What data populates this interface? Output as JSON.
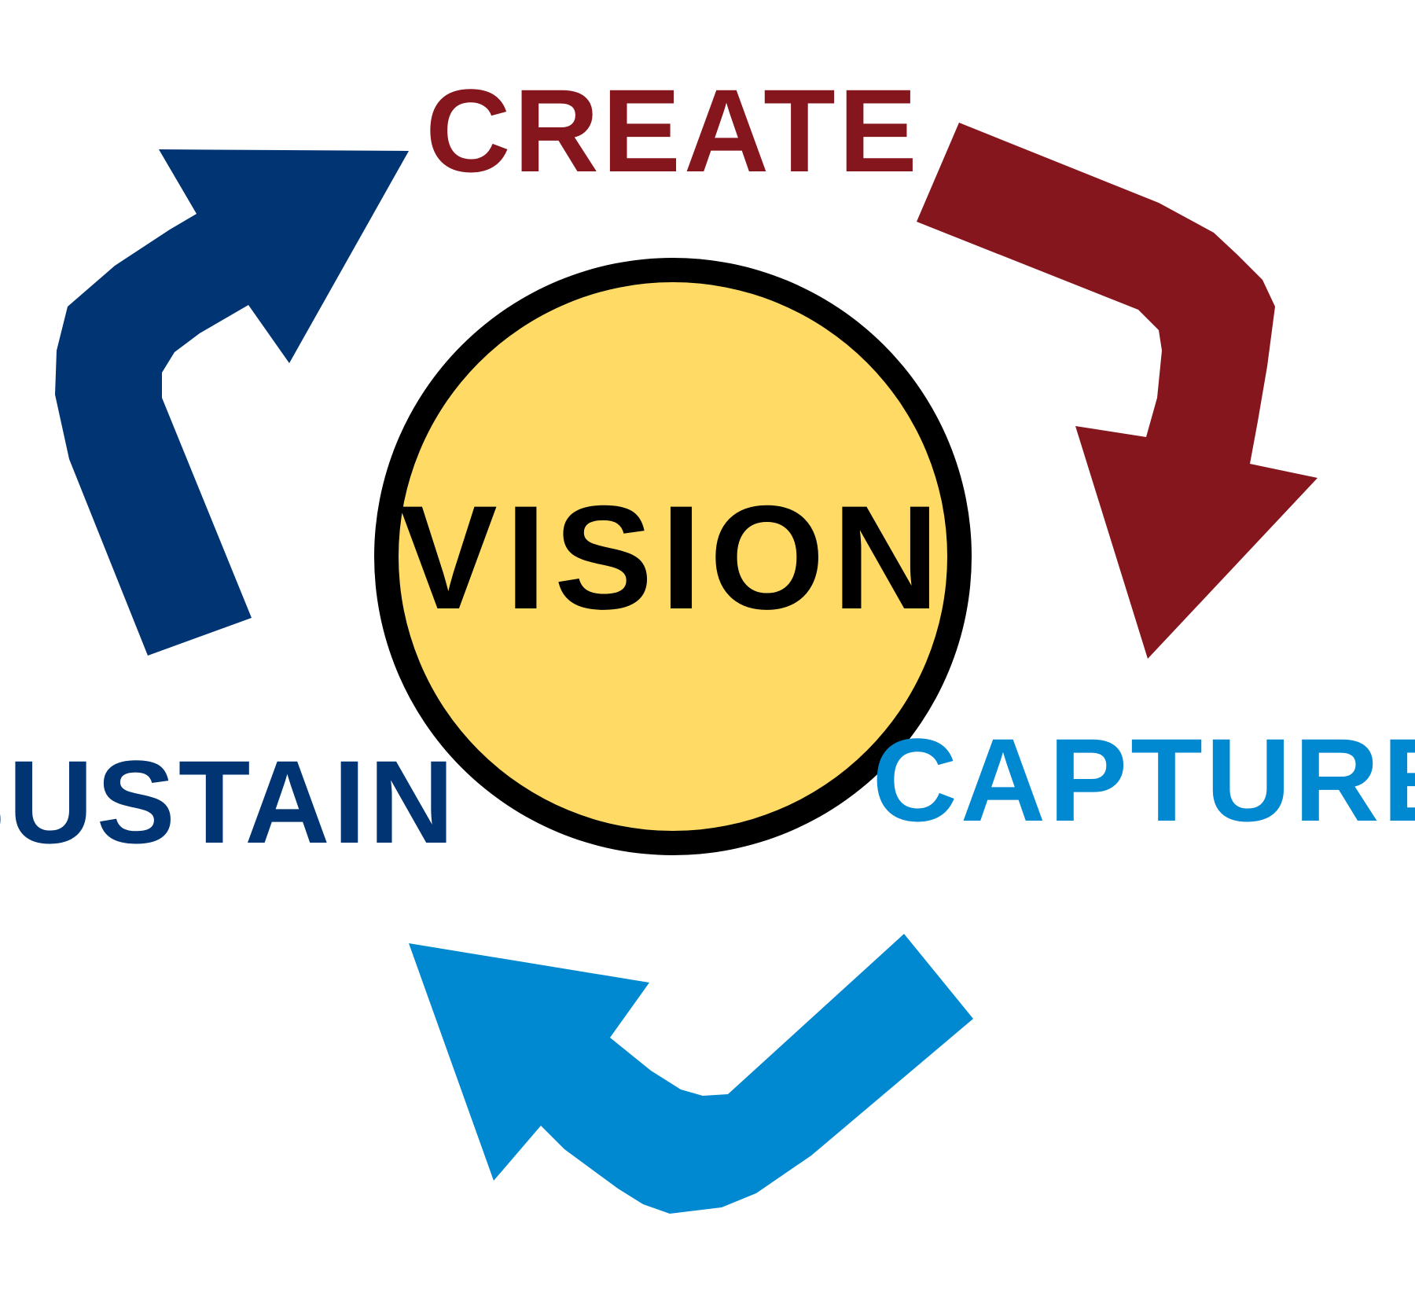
{
  "center": {
    "label": "VISION",
    "fill_color": "#FFDB66",
    "ring_color": "#000000"
  },
  "stages": [
    {
      "id": "create",
      "label": "CREATE",
      "color": "#85161D"
    },
    {
      "id": "capture",
      "label": "CAPTURE",
      "color": "#0088D1"
    },
    {
      "id": "sustain",
      "label": "SUSTAIN",
      "color": "#003473"
    }
  ],
  "arrows": [
    {
      "from": "sustain",
      "to": "create",
      "icon": "curved-arrow-icon",
      "color": "#003473"
    },
    {
      "from": "create",
      "to": "capture",
      "icon": "curved-arrow-icon",
      "color": "#85161D"
    },
    {
      "from": "capture",
      "to": "sustain",
      "icon": "curved-arrow-icon",
      "color": "#0088D1"
    }
  ]
}
